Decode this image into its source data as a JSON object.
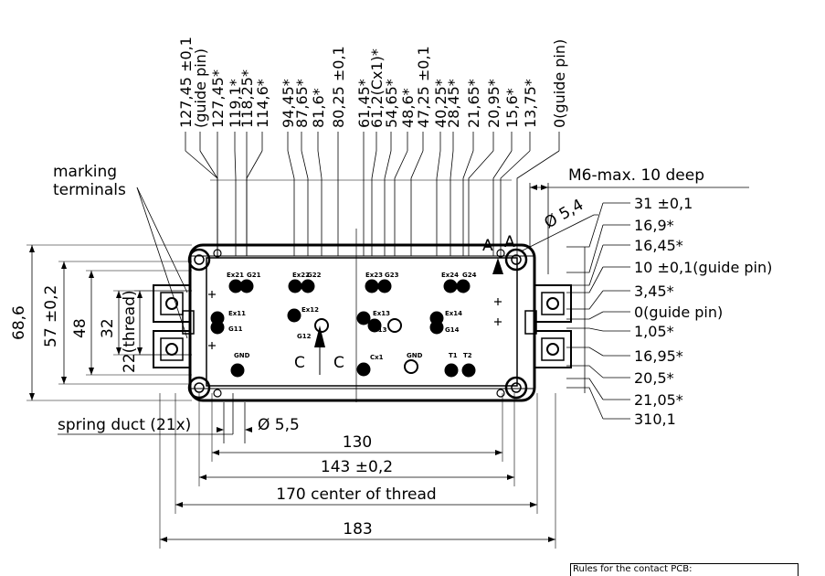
{
  "top_dims": [
    "127,45 ±0,1",
    "(guide pin)",
    "127,45*",
    "119,1*",
    "118,25*",
    "114,6*",
    "94,45*",
    "87,65*",
    "81,6*",
    "80,25 ±0,1",
    "61,45*",
    "61,2(Cx1)*",
    "54,65*",
    "48,6*",
    "47,25 ±0,1",
    "40,25*",
    "28,45*",
    "21,65*",
    "20,95*",
    "15,6*",
    "13,75*",
    "0(guide pin)"
  ],
  "right_dims": [
    "31 ±0,1",
    "16,9*",
    "16,45*",
    "10 ±0,1(guide pin)",
    "3,45*",
    "0(guide pin)",
    "1,05*",
    "16,95*",
    "20,5*",
    "21,05*",
    "310,1"
  ],
  "left_dims": [
    "68,6",
    "57 ±0,2",
    "48",
    "32",
    "22(thread)"
  ],
  "bottom_dims": [
    "130",
    "143 ±0,2",
    "170 center of thread",
    "183"
  ],
  "callouts": {
    "marking": "marking\nterminals",
    "spring": "spring duct (21x)",
    "hole": "Ø 5,5",
    "m6": "M6-max. 10 deep",
    "hole54": "Ø 5,4",
    "sectionA1": "A",
    "sectionA2": "A",
    "sectionC1": "C",
    "sectionC2": "C"
  },
  "pin_labels": [
    "Ex21",
    "G21",
    "Ex22",
    "G22",
    "Ex23",
    "G23",
    "Ex24",
    "G24",
    "Ex11",
    "G11",
    "Ex12",
    "G12",
    "Ex13",
    "G13",
    "Ex14",
    "G14",
    "GND",
    "Cx1",
    "GND",
    "T1",
    "T2"
  ],
  "note": "Rules for the contact PCB:"
}
